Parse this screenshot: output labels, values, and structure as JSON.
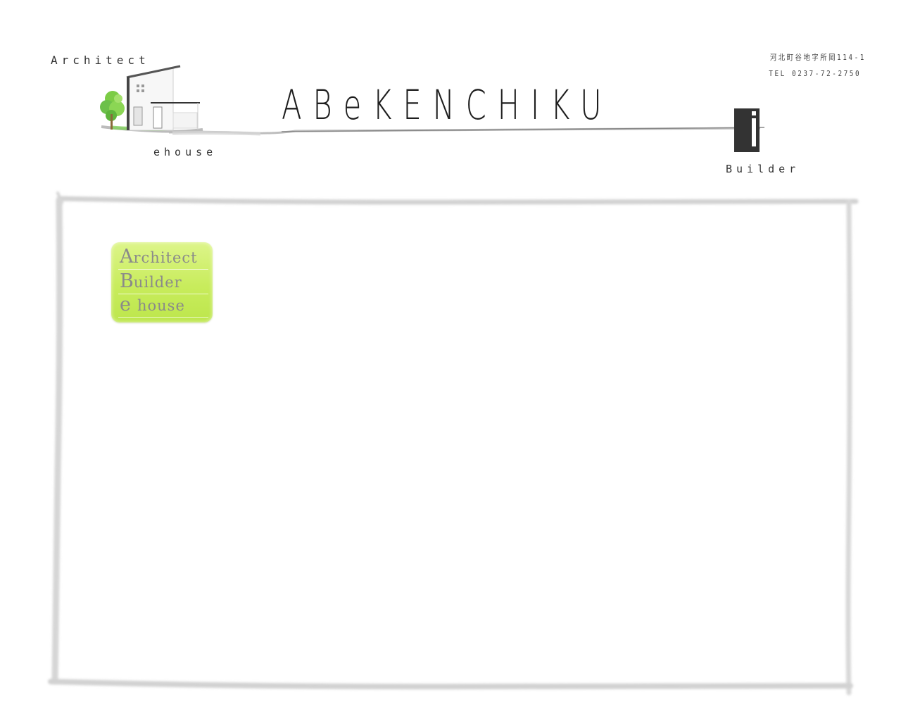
{
  "header": {
    "architect_label": "Architect",
    "ehouse_label": "ehouse",
    "builder_label": "Builder",
    "title": "ABeKENCHIKU",
    "address": "河北町谷地字所岡114-1",
    "tel": "TEL 0237-72-2750"
  },
  "badge": {
    "row1_cap": "A",
    "row1_rest": "rchitect",
    "row2_cap": "B",
    "row2_rest": "uilder",
    "row3_cap": "e",
    "row3_rest": "house"
  },
  "colors": {
    "badge_green": "#c8ec5c",
    "badge_text": "#8a8a8a",
    "frame_gray": "#d0d0d0",
    "builder_mark": "#333333",
    "tree_green": "#6cc04a"
  },
  "icons": {
    "house": "house-with-tree-icon",
    "builder": "builder-i-icon"
  }
}
